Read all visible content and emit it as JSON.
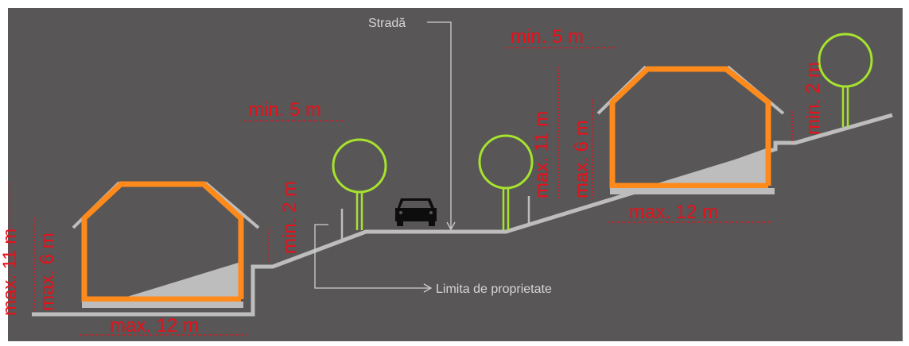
{
  "colors": {
    "background": "#585656",
    "dimension": "#e8101a",
    "building": "#ff8a1c",
    "ground": "#bdbdbd",
    "tree": "#a6e22e",
    "callout": "#d6d6d6"
  },
  "callouts": {
    "street": "Stradă",
    "property_limit": "Limita de proprietate"
  },
  "dimensions": {
    "left_setback": "min. 5 m",
    "left_side_gap": "min. 2 m",
    "left_height_total": "max. 11 m",
    "left_height_eaves": "max. 6 m",
    "left_width": "max. 12 m",
    "right_setback": "min. 5 m",
    "right_height_total": "max. 11 m",
    "right_height_eaves": "max. 6 m",
    "right_width": "max. 12 m",
    "right_side_gap": "min. 2 m"
  },
  "icons": {
    "car": "car-icon",
    "tree": "tree-icon"
  }
}
